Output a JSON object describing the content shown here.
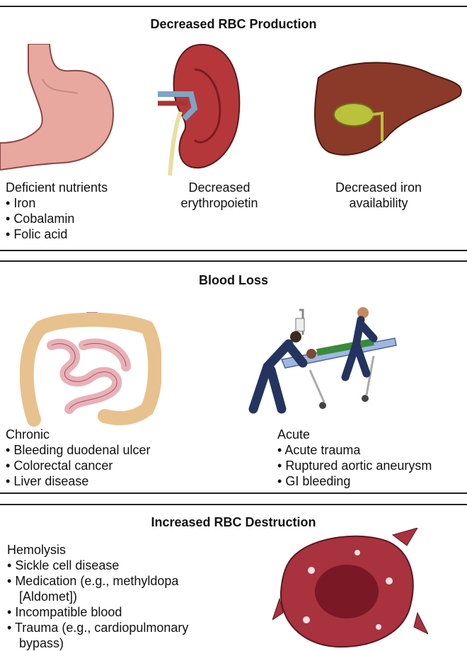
{
  "sections": {
    "production": {
      "title": "Decreased RBC Production",
      "nutrients": {
        "heading": "Deficient nutrients",
        "items": [
          "Iron",
          "Cobalamin",
          "Folic acid"
        ]
      },
      "kidney": {
        "line1": "Decreased",
        "line2": "erythropoietin"
      },
      "liver": {
        "line1": "Decreased iron",
        "line2": "availability"
      }
    },
    "loss": {
      "title": "Blood Loss",
      "chronic": {
        "heading": "Chronic",
        "items": [
          "Bleeding duodenal ulcer",
          "Colorectal cancer",
          "Liver disease"
        ]
      },
      "acute": {
        "heading": "Acute",
        "items": [
          "Acute trauma",
          "Ruptured aortic aneurysm",
          "GI bleeding"
        ]
      }
    },
    "destruction": {
      "title": "Increased RBC Destruction",
      "hemolysis": {
        "heading": "Hemolysis",
        "item1": "Sickle cell disease",
        "item2a": "Medication (e.g., methyldopa",
        "item2b": "[Aldomet])",
        "item3": "Incompatible blood",
        "item4a": "Trauma (e.g., cardiopulmonary",
        "item4b": "bypass)"
      }
    }
  }
}
